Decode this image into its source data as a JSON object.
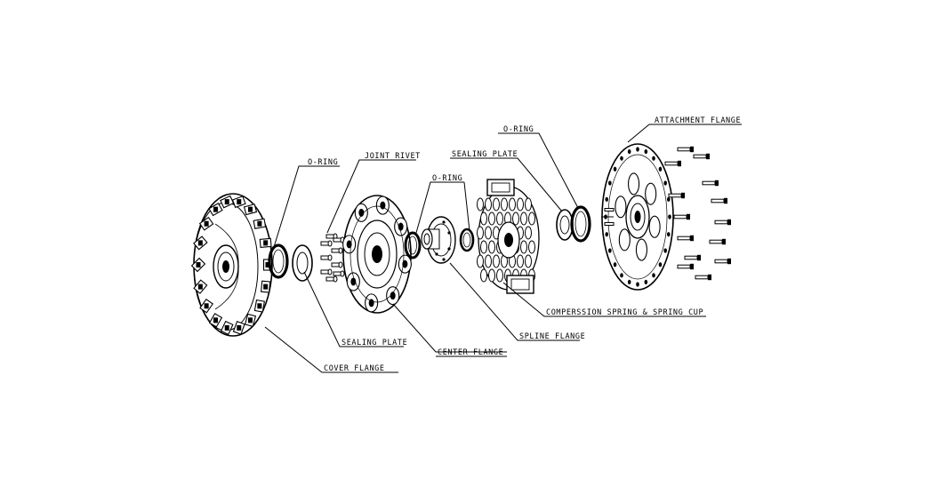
{
  "labels": {
    "attachment_flange": "ATTACHMENT FLANGE",
    "o_ring_right": "O-RING",
    "sealing_plate_upper": "SEALING PLATE",
    "joint_rivet": "JOINT RIVET",
    "o_ring_left": "O-RING",
    "o_ring_middle": "O-RING",
    "compression_spring": "COMPERSSION SPRING & SPRING CUP",
    "spline_flange": "SPLINE FLANGE",
    "sealing_plate_lower": "SEALING PLATE",
    "center_flange": "CENTER FLANGE",
    "cover_flange": "COVER FLANGE"
  },
  "colors": {
    "ink": "#000000",
    "paper": "#ffffff"
  }
}
